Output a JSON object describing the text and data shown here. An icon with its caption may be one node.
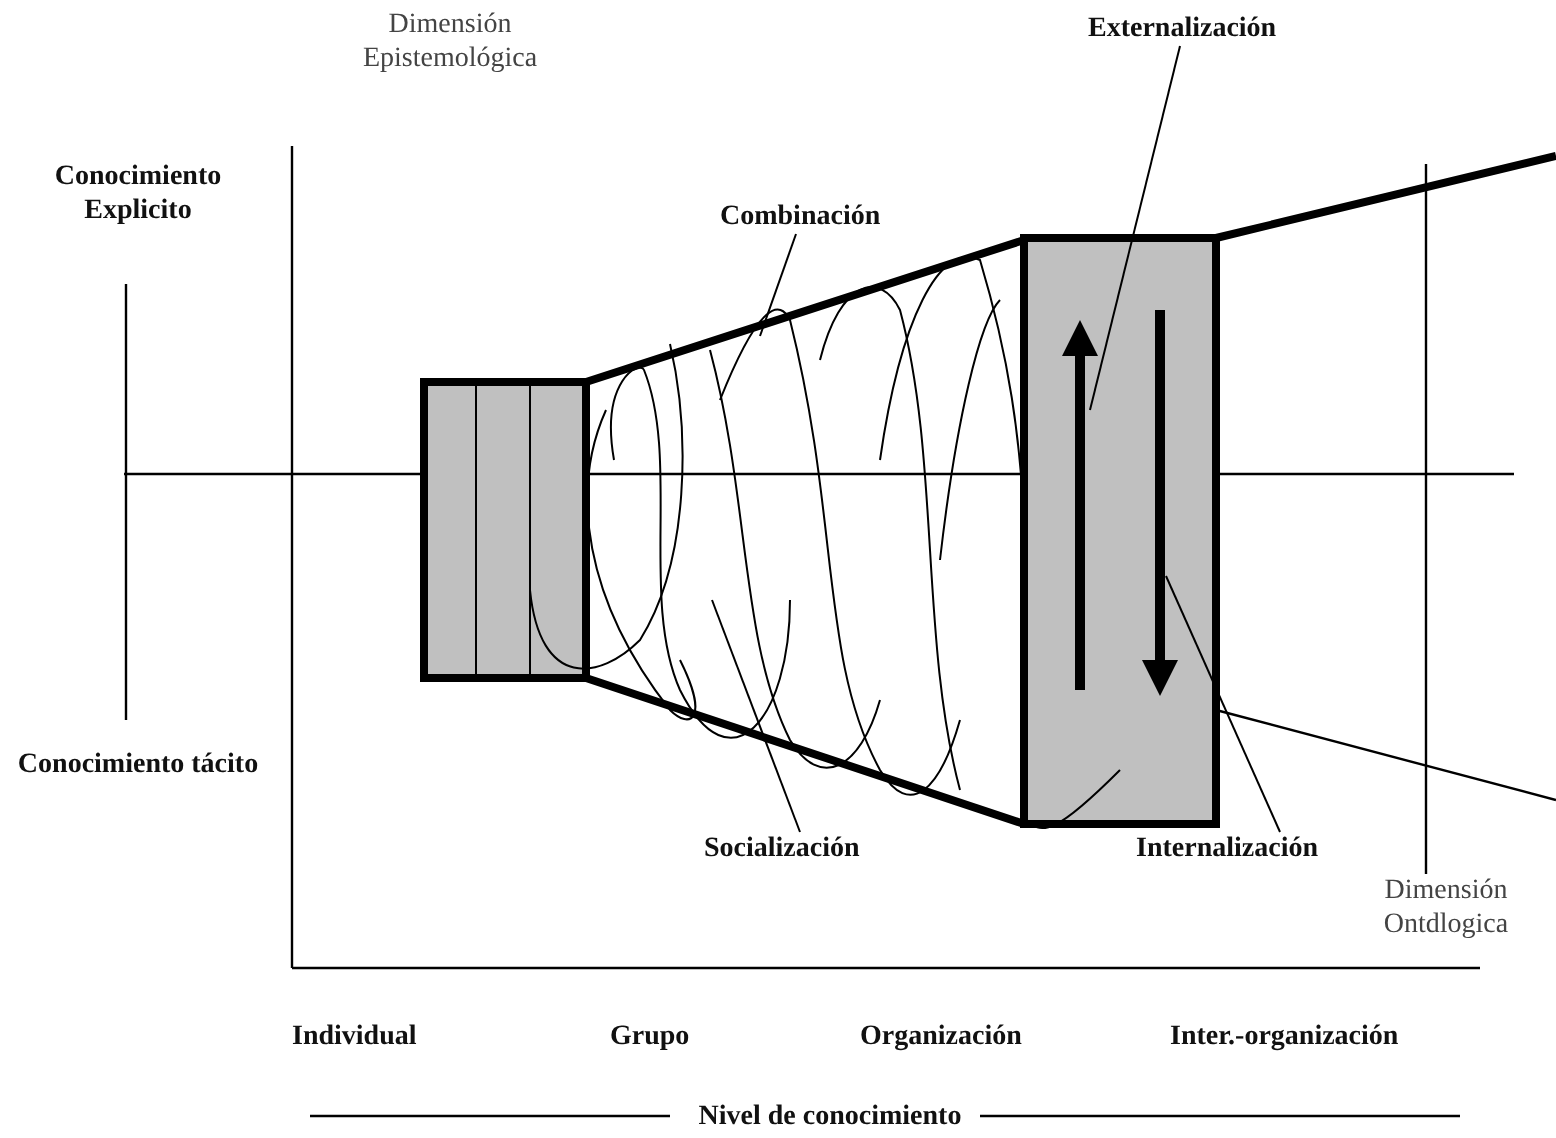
{
  "diagram": {
    "nodes": [
      {
        "text": [
          "Combinación"
        ]
      },
      {
        "text": [
          "Externalización"
        ]
      },
      {
        "text": [
          "Socialización"
        ]
      },
      {
        "text": [
          "Internalización"
        ]
      }
    ],
    "edges": [
      {
        "from": 0,
        "to": null,
        "arrow": "none"
      },
      {
        "from": 1,
        "to": null,
        "arrow": "none"
      },
      {
        "from": 2,
        "to": null,
        "arrow": "none"
      },
      {
        "from": 3,
        "to": null,
        "arrow": "none"
      }
    ],
    "labels": [
      "Dimensión Epistemológica",
      "Conocimiento Explicito",
      "Conocimiento tácito",
      "Dimensión Ontdlogica",
      "Individual",
      "Grupo",
      "Organización",
      "Inter.-organización",
      "Nivel de conocimiento"
    ]
  }
}
